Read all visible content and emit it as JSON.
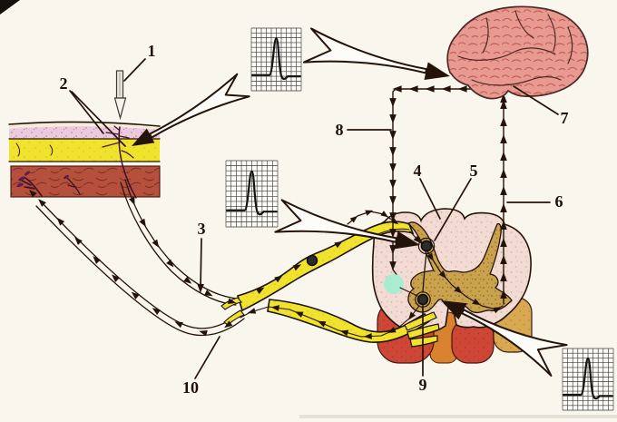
{
  "description": "Hand-drawn physiology diagram of a cutaneous reflex arc and sensory pathway: stimulated skin, peripheral nerve, spinal cord cross-section and brain, with three action-potential recordings on grid paper and numbered callouts 1-10",
  "labels": {
    "n1": "1",
    "n2": "2",
    "n3": "3",
    "n4": "4",
    "n5": "5",
    "n6": "6",
    "n7": "7",
    "n8": "8",
    "n9": "9",
    "n10": "10"
  },
  "icons": {
    "stimulus": "pin-icon",
    "recordings": [
      "action-potential-graph",
      "action-potential-graph",
      "action-potential-graph"
    ],
    "pointers": [
      "open-arrow",
      "open-arrow",
      "open-arrow",
      "open-arrow"
    ],
    "marker": "green-dot-marker"
  },
  "colors": {
    "paper": "#f9f6ed",
    "ink": "#241309",
    "label": "#1d1008",
    "skin_top": "#f6ecdc",
    "skin_pink": "#eccade",
    "skin_pink_dot": "#bb79b0",
    "skin_yellow": "#f1e22e",
    "skin_yellow_fleck": "#d9c01f",
    "muscle_red": "#b5503c",
    "muscle_dark": "#7c2d22",
    "cord_pink": "#f1dbd3",
    "cord_dot": "#d9aca1",
    "gray_matter": "#c9a24e",
    "gray_dot": "#8d6a1d",
    "lobe_red": "#ce4736",
    "lobe_red_dot": "#a33427",
    "lobe_orange": "#d9832e",
    "lobe_tan": "#d9a951",
    "lobe_tan_dot": "#b4822e",
    "brain_pink": "#e99a90",
    "brain_squiggle": "#c2605a",
    "brain_outline": "#4a2a26",
    "green_marker": "#a9ecd0",
    "graph_paper": "#fdfcf6",
    "graph_grid": "#3a3a3a",
    "graph_trace": "#141414",
    "arrow_body": "#fdfcf8",
    "fiber": "#3c1226"
  }
}
